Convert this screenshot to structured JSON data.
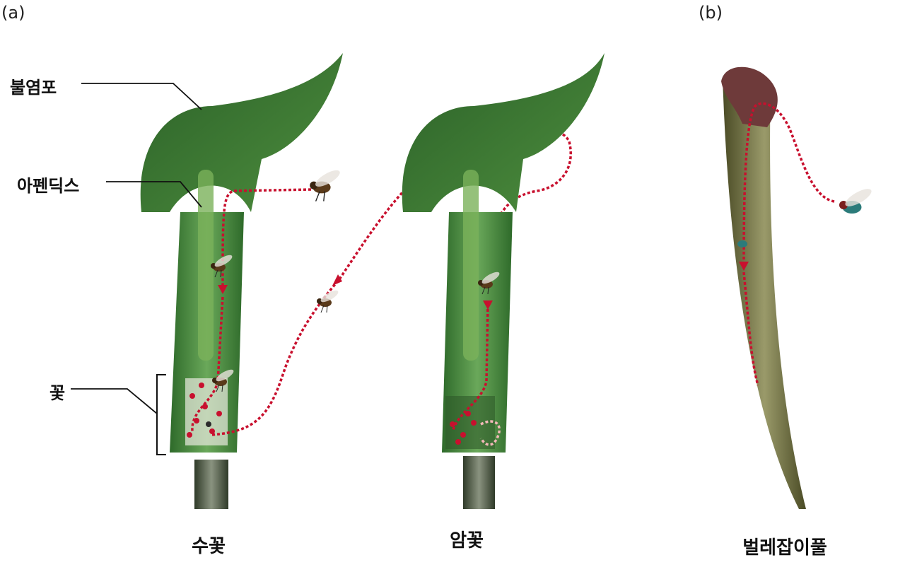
{
  "panels": {
    "a": "(a)",
    "b": "(b)"
  },
  "callouts": {
    "spathe": "불염포",
    "appendix": "아펜딕스",
    "flower": "꽃"
  },
  "captions": {
    "male": "수꽃",
    "female": "암꽃",
    "pitcher": "벌레잡이풀"
  },
  "colors": {
    "leaf_dark": "#2f6a2c",
    "leaf_mid": "#4f8f3f",
    "leaf_light": "#9cc98a",
    "path_red": "#c8102e",
    "path_pink": "#f2b8b8",
    "pitcher_body": "#6b6a3a",
    "pitcher_lid": "#6e3a3a"
  },
  "icons": [
    "fly-icon",
    "path-arrow-icon"
  ]
}
